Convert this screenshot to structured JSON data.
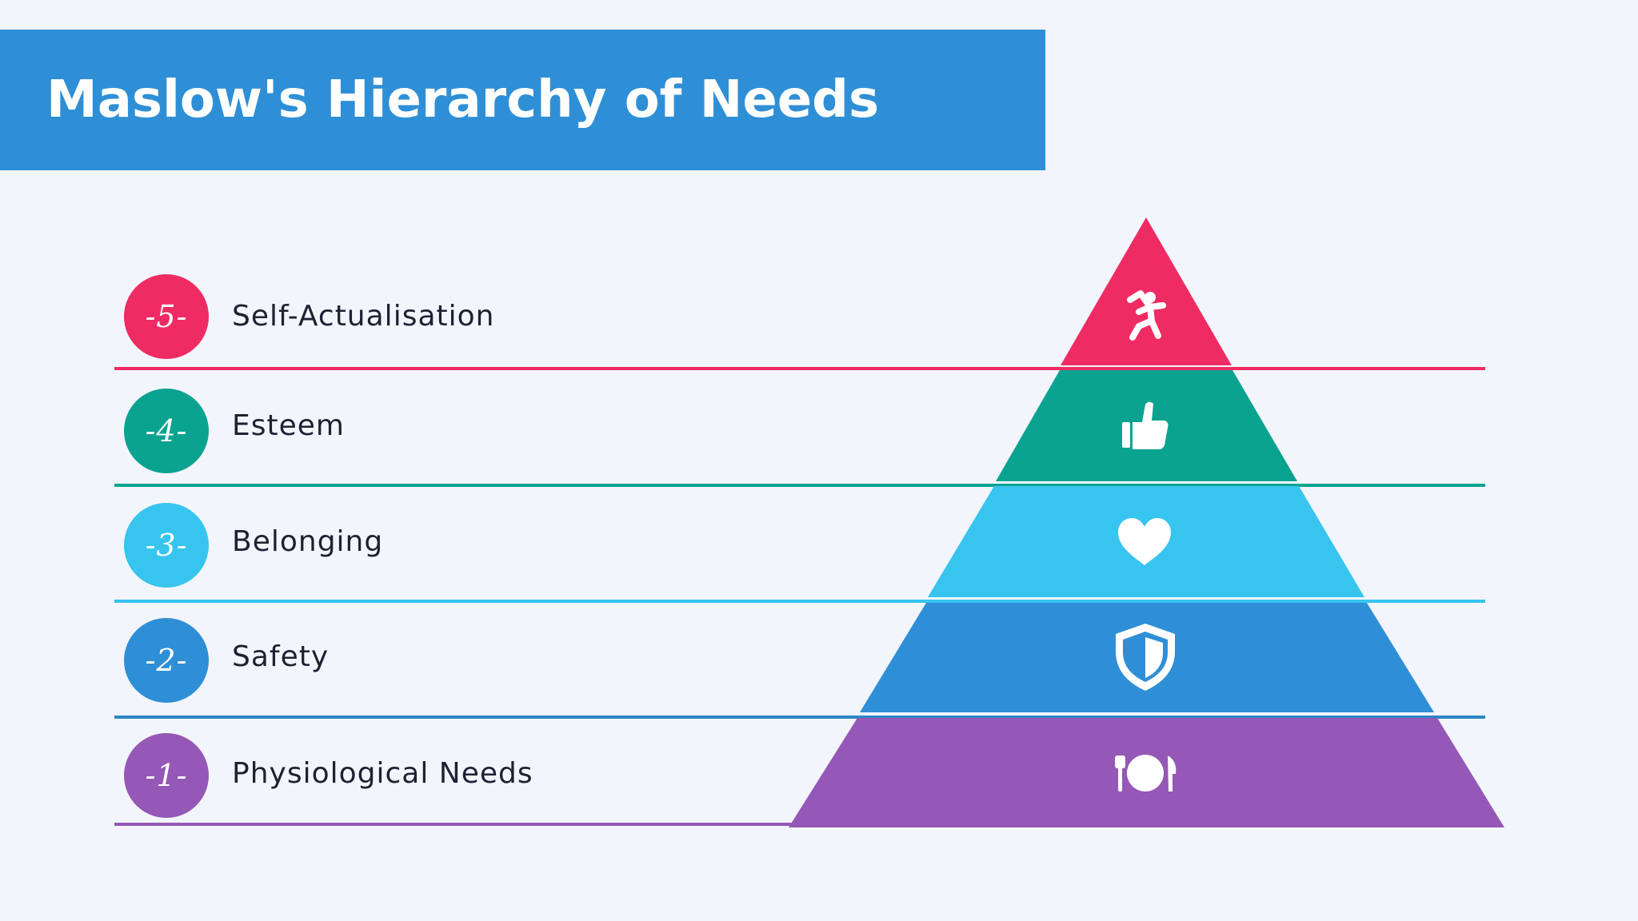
{
  "title": "Maslow's Hierarchy of Needs",
  "colors": {
    "banner": "#2f8fd6",
    "background": "#f3f5fd",
    "text": "#1d2233"
  },
  "levels": [
    {
      "number": "-5-",
      "label": "Self-Actualisation",
      "color": "#ee2c63",
      "icon": "running-person-icon"
    },
    {
      "number": "-4-",
      "label": "Esteem",
      "color": "#0aa390",
      "icon": "thumbs-up-icon"
    },
    {
      "number": "-3-",
      "label": "Belonging",
      "color": "#37c5ef",
      "icon": "heart-icon"
    },
    {
      "number": "-2-",
      "label": "Safety",
      "color": "#2f8fd6",
      "icon": "shield-icon"
    },
    {
      "number": "-1-",
      "label": "Physiological Needs",
      "color": "#9558b6",
      "icon": "plate-fork-knife-icon"
    }
  ]
}
